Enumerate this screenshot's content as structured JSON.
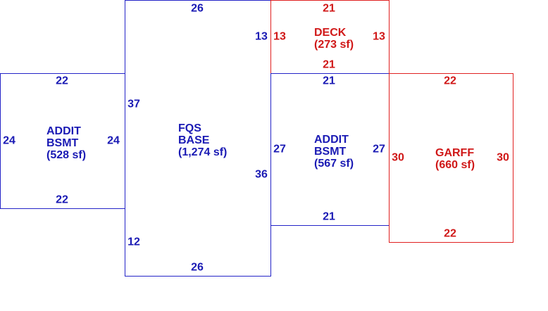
{
  "colors": {
    "blue": "#2424c8",
    "red": "#e02020",
    "blue_text": "#1a1ab4",
    "red_text": "#d01818"
  },
  "areas": {
    "addit_left": {
      "line1": "ADDIT",
      "line2": "BSMT",
      "line3": "(528 sf)",
      "dims": {
        "top": "22",
        "bottom": "22",
        "left": "24",
        "right": "24"
      }
    },
    "fqs_base": {
      "line1": "FQS",
      "line2": "BASE",
      "line3": "(1,274 sf)",
      "dims": {
        "top": "26",
        "bottom": "26",
        "left_upper": "37",
        "left_lower": "12",
        "right_upper": "13",
        "right_lower": "36"
      }
    },
    "deck": {
      "line1": "DECK",
      "line2": "(273 sf)",
      "dims": {
        "top": "21",
        "bottom": "21",
        "left": "13",
        "right": "13"
      }
    },
    "addit_right": {
      "line1": "ADDIT",
      "line2": "BSMT",
      "line3": "(567 sf)",
      "dims": {
        "top": "21",
        "bottom": "21",
        "left": "27",
        "right": "27"
      }
    },
    "garff": {
      "line1": "GARFF",
      "line2": "(660 sf)",
      "dims": {
        "top": "22",
        "bottom": "22",
        "left": "30",
        "right": "30"
      }
    }
  }
}
